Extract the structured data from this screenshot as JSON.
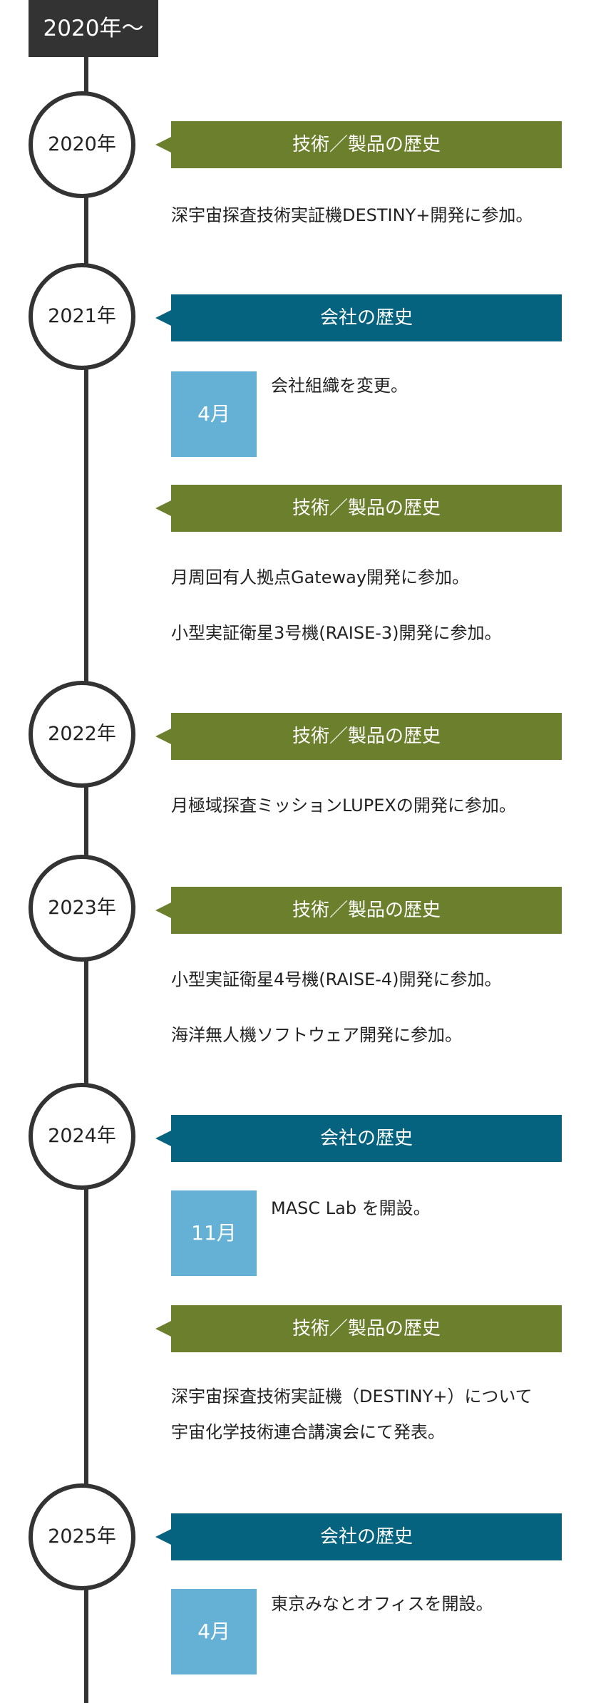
{
  "era_label": "2020年〜",
  "colors": {
    "timeline": "#333333",
    "tech_header": "#6b7f2c",
    "company_header": "#05637f",
    "month_badge": "#65b1d6"
  },
  "years": [
    {
      "label": "2020年",
      "tech_header": "技術／製品の歴史",
      "tech_items": [
        "深宇宙探査技術実証機DESTINY+開発に参加。"
      ]
    },
    {
      "label": "2021年",
      "company_header": "会社の歴史",
      "company_items": [
        {
          "month": "4月",
          "text": "会社組織を変更。"
        }
      ],
      "tech_header": "技術／製品の歴史",
      "tech_items": [
        "月周回有人拠点Gateway開発に参加。",
        "小型実証衛星3号機(RAISE-3)開発に参加。"
      ]
    },
    {
      "label": "2022年",
      "tech_header": "技術／製品の歴史",
      "tech_items": [
        "月極域探査ミッションLUPEXの開発に参加。"
      ]
    },
    {
      "label": "2023年",
      "tech_header": "技術／製品の歴史",
      "tech_items": [
        "小型実証衛星4号機(RAISE-4)開発に参加。",
        "海洋無人機ソフトウェア開発に参加。"
      ]
    },
    {
      "label": "2024年",
      "company_header": "会社の歴史",
      "company_items": [
        {
          "month": "11月",
          "text": "MASC Lab を開設。"
        }
      ],
      "tech_header": "技術／製品の歴史",
      "tech_items": [
        "深宇宙探査技術実証機（DESTINY+）について",
        "宇宙化学技術連合講演会にて発表。"
      ]
    },
    {
      "label": "2025年",
      "company_header": "会社の歴史",
      "company_items": [
        {
          "month": "4月",
          "text": "東京みなとオフィスを開設。"
        }
      ]
    }
  ]
}
